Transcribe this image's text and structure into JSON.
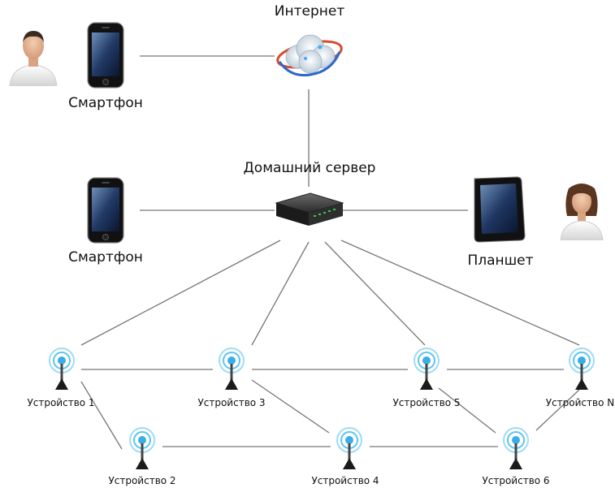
{
  "labels": {
    "internet": "Интернет",
    "phone_top": "Смартфон",
    "server": "Домашний сервер",
    "phone_mid": "Смартфон",
    "tablet": "Планшет",
    "dev1": "Устройство 1",
    "dev2": "Устройство 2",
    "dev3": "Устройство 3",
    "dev4": "Устройство 4",
    "dev5": "Устройство 5",
    "dev6": "Устройство 6",
    "devN": "Устройство N"
  },
  "icons": {
    "user_male": "person-male-icon",
    "user_female": "person-female-icon",
    "phone": "smartphone-icon",
    "cloud": "internet-cloud-icon",
    "router": "home-server-icon",
    "tablet": "tablet-icon",
    "sensor": "wireless-sensor-icon"
  },
  "colors": {
    "line": "#555555",
    "sensor_blue": "#4ab8e8",
    "device_dark": "#1a1a1a"
  }
}
